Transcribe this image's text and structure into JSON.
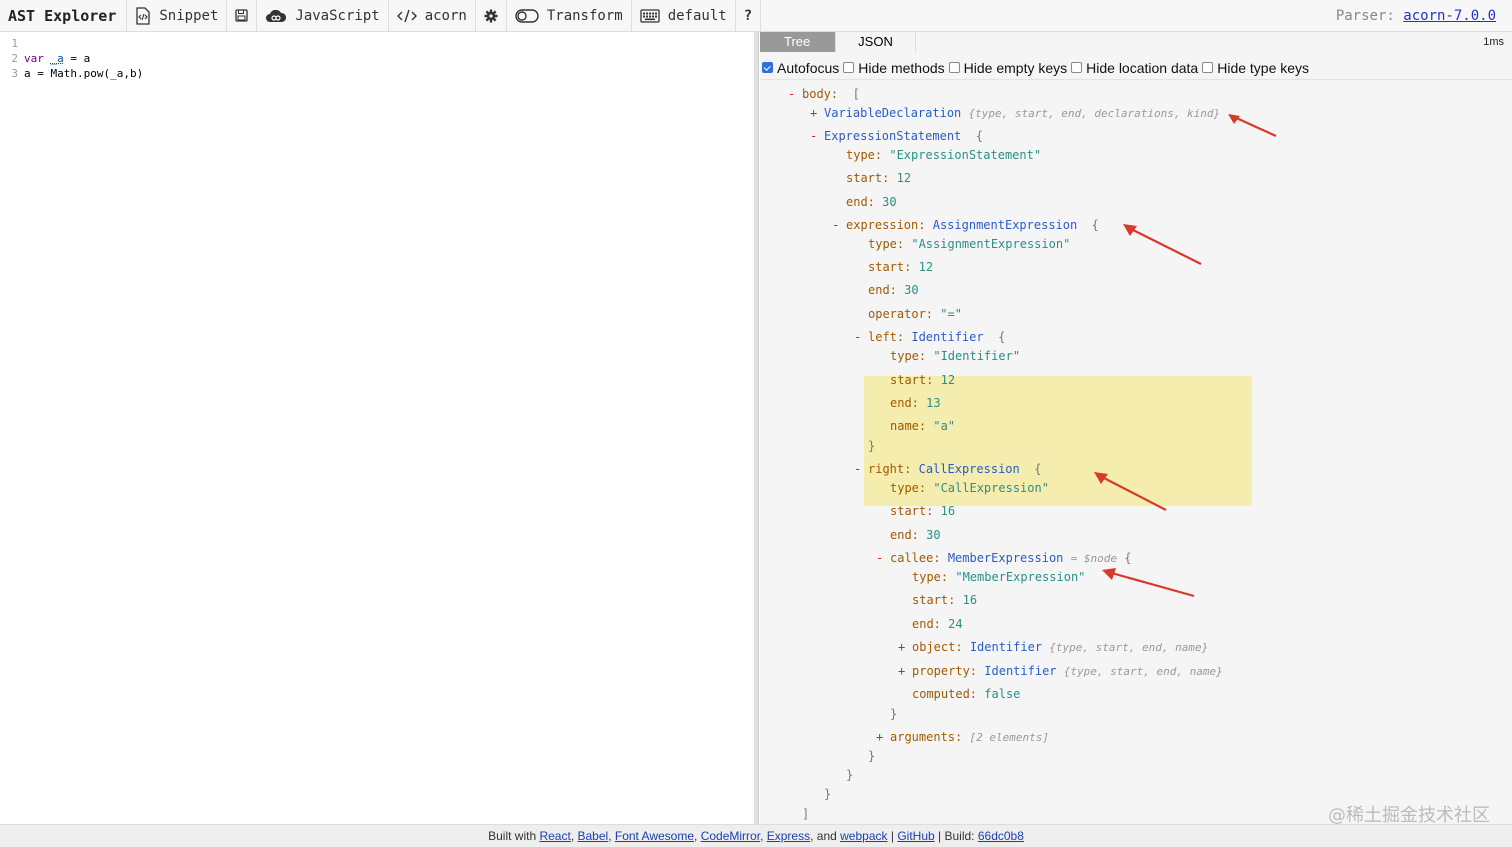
{
  "toolbar": {
    "title": "AST Explorer",
    "snippet_label": "Snippet",
    "language_label": "JavaScript",
    "parser_name": "acorn",
    "transform_label": "Transform",
    "keymap_label": "default",
    "help_label": "?",
    "parser_prefix": "Parser:",
    "parser_version": "acorn-7.0.0"
  },
  "editor": {
    "lines": [
      {
        "n": "1",
        "code": ""
      },
      {
        "n": "2",
        "code": "var _a = a"
      },
      {
        "n": "3",
        "code": "a = Math.pow(_a,b)"
      }
    ],
    "line2": {
      "kw": "var",
      "name": "_a",
      "rest": " = a"
    },
    "line3": {
      "text": "a = Math.pow(_a,b)"
    }
  },
  "result": {
    "tabs": {
      "tree": "Tree",
      "json": "JSON"
    },
    "timing": "1ms",
    "options": {
      "autofocus": "Autofocus",
      "hide_methods": "Hide methods",
      "hide_empty": "Hide empty keys",
      "hide_location": "Hide location data",
      "hide_type": "Hide type keys"
    },
    "tree": {
      "body_key": "body:",
      "body_open": "[",
      "var_decl": "VariableDeclaration",
      "var_decl_summary": "{type, start, end, declarations, kind}",
      "expr_stmt": "ExpressionStatement",
      "expr_type_val": "\"ExpressionStatement\"",
      "expr_start": "12",
      "expr_end": "30",
      "expression_key": "expression:",
      "assign_expr": "AssignmentExpression",
      "assign_type_val": "\"AssignmentExpression\"",
      "assign_start": "12",
      "assign_end": "30",
      "operator_val": "\"=\"",
      "left_key": "left:",
      "left_node": "Identifier",
      "left_type_val": "\"Identifier\"",
      "left_start": "12",
      "left_end": "13",
      "left_name_val": "\"a\"",
      "right_key": "right:",
      "right_node": "CallExpression",
      "right_type_val": "\"CallExpression\"",
      "right_start": "16",
      "right_end": "30",
      "callee_key": "callee:",
      "callee_node": "MemberExpression",
      "callee_node_var": "= $node",
      "callee_type_val": "\"MemberExpression\"",
      "callee_start": "16",
      "callee_end": "24",
      "object_key": "object:",
      "object_node": "Identifier",
      "object_summary": "{type, start, end, name}",
      "property_key": "property:",
      "property_node": "Identifier",
      "property_summary": "{type, start, end, name}",
      "computed_val": "false",
      "arguments_key": "arguments:",
      "arguments_summary": "[2 elements]",
      "type_key": "type:",
      "start_key": "start:",
      "end_key": "end:",
      "operator_key": "operator:",
      "name_key": "name:",
      "computed_key": "computed:"
    }
  },
  "footer": {
    "built_with": "Built with",
    "react": "React",
    "babel": "Babel",
    "font_awesome": "Font Awesome",
    "codemirror": "CodeMirror",
    "express": "Express",
    "and": "and",
    "webpack": "webpack",
    "github": "GitHub",
    "build_label": "Build:",
    "build_hash": "66dc0b8"
  },
  "watermark": "@稀土掘金技术社区",
  "colors": {
    "accent": "#2f6fe0",
    "highlight": "#f5edad",
    "arrow": "#d63a2a"
  }
}
